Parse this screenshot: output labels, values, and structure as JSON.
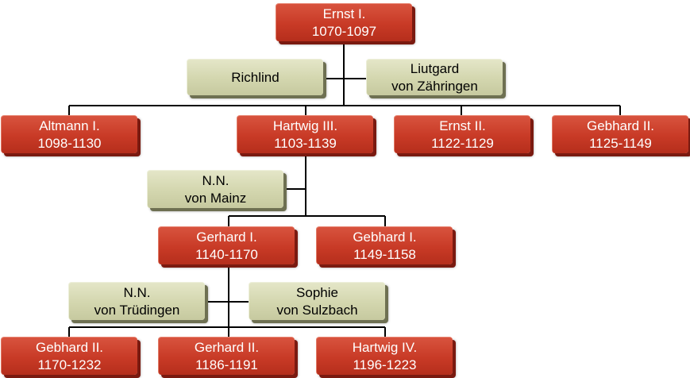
{
  "tree": {
    "ernst_i": {
      "name": "Ernst I.",
      "dates": "1070-1097"
    },
    "richlind": {
      "name": "Richlind"
    },
    "liutgard": {
      "line1": "Liutgard",
      "line2": "von Zähringen"
    },
    "altmann_i": {
      "name": "Altmann I.",
      "dates": "1098-1130"
    },
    "hartwig_iii": {
      "name": "Hartwig III.",
      "dates": "1103-1139"
    },
    "ernst_ii": {
      "name": "Ernst II.",
      "dates": "1122-1129"
    },
    "gebhard_ii_a": {
      "name": "Gebhard II.",
      "dates": "1125-1149"
    },
    "nn_mainz": {
      "line1": "N.N.",
      "line2": "von Mainz"
    },
    "gerhard_i": {
      "name": "Gerhard I.",
      "dates": "1140-1170"
    },
    "gebhard_i": {
      "name": "Gebhard I.",
      "dates": "1149-1158"
    },
    "nn_truedingen": {
      "line1": "N.N.",
      "line2": "von Trüdingen"
    },
    "sophie": {
      "line1": "Sophie",
      "line2": "von Sulzbach"
    },
    "gebhard_ii_b": {
      "name": "Gebhard II.",
      "dates": "1170-1232"
    },
    "gerhard_ii": {
      "name": "Gerhard II.",
      "dates": "1186-1191"
    },
    "hartwig_iv": {
      "name": "Hartwig IV.",
      "dates": "1196-1223"
    }
  },
  "colors": {
    "person_fill": "#c83a26",
    "person_text": "#ffffff",
    "spouse_fill": "#d3d6ae",
    "spouse_text": "#000000",
    "connector": "#000000"
  }
}
